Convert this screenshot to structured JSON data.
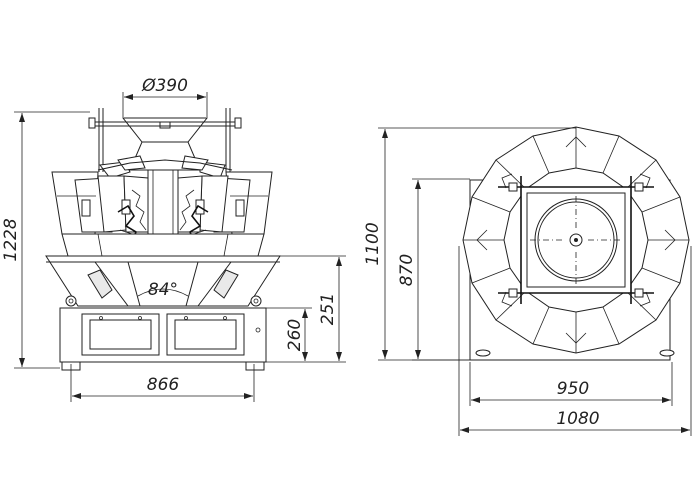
{
  "front_view": {
    "hopper_diameter": "Ø390",
    "overall_height": "1228",
    "base_width": "866",
    "chute_angle": "84°",
    "height_260": "260",
    "height_251": "251"
  },
  "top_view": {
    "overall_length": "1100",
    "frame_length": "870",
    "frame_width": "950",
    "overall_width": "1080"
  },
  "colors": {
    "line": "#222222",
    "background": "#ffffff"
  }
}
